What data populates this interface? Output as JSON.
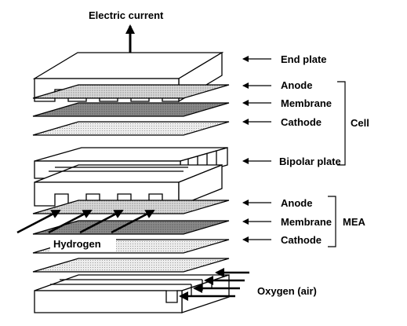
{
  "diagram": {
    "electric_current": "Electric current",
    "end_plate": "End plate",
    "anode_1": "Anode",
    "membrane_1": "Membrane",
    "cathode_1": "Cathode",
    "cell": "Cell",
    "bipolar_plate": "Bipolar plate",
    "anode_2": "Anode",
    "membrane_2": "Membrane",
    "cathode_2": "Cathode",
    "mea": "MEA",
    "hydrogen": "Hydrogen",
    "oxygen": "Oxygen (air)"
  },
  "colors": {
    "stroke": "#000000",
    "plate_fill": "#ffffff",
    "anode_fill": "#cfcfcf",
    "membrane_fill": "#7a7a7a",
    "cathode_fill": "#e2e2e2"
  }
}
